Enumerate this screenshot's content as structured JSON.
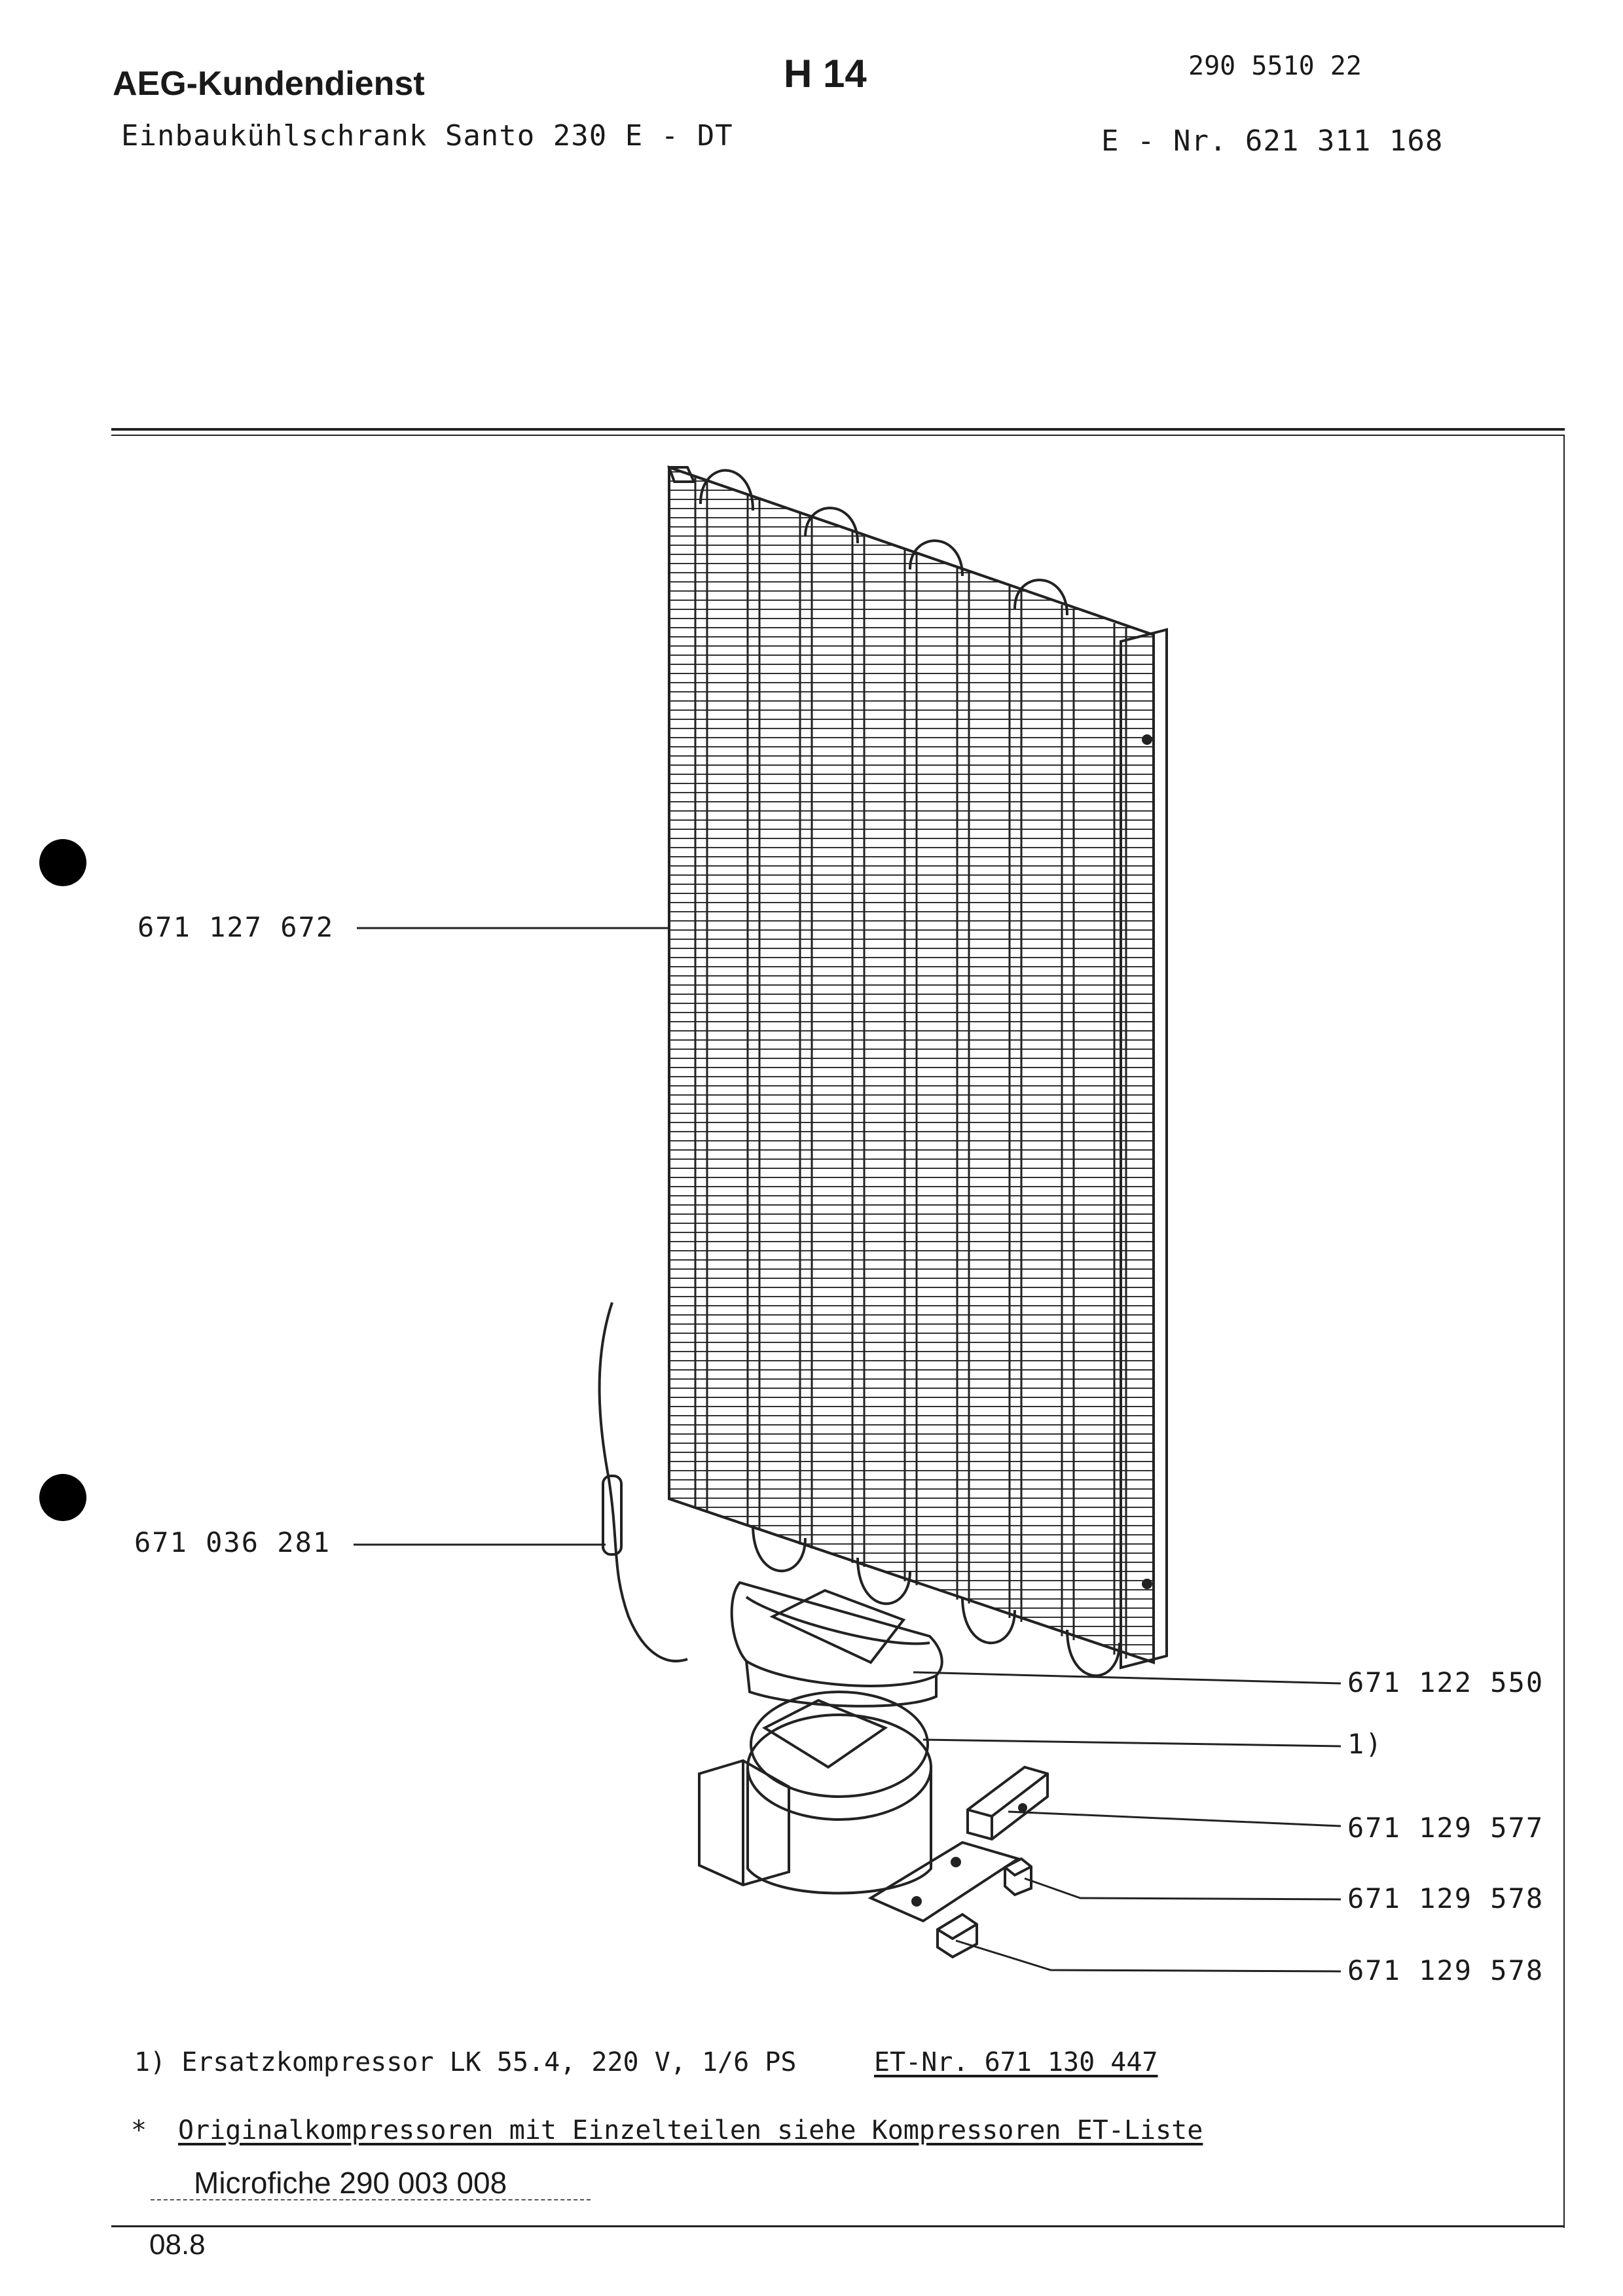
{
  "header": {
    "brand": "AEG-Kundendienst",
    "sheet": "H 14",
    "document_number": "290 5510 22",
    "subtitle": "Einbaukühlschrank  Santo 230 E - DT",
    "e_number": "E - Nr. 621 311 168"
  },
  "parts": [
    {
      "number": "671 127 672"
    },
    {
      "number": "671 036 281"
    },
    {
      "number": "671 122 550"
    },
    {
      "number": "1)"
    },
    {
      "number": "671 129 577"
    },
    {
      "number": "671 129 578"
    },
    {
      "number": "671 129 578"
    }
  ],
  "footnotes": {
    "note1_text": "1) Ersatzkompressor LK 55.4, 220 V, 1/6 PS",
    "note1_etnr": "ET-Nr. 671 130 447",
    "note2_star": "*",
    "note2_text": "Originalkompressoren mit Einzelteilen siehe Kompressoren ET-Liste",
    "microfiche": "Microfiche 290 003 008"
  },
  "footer": {
    "date": "08.8"
  },
  "colors": {
    "ink": "#1a1a1a",
    "paper": "#ffffff"
  }
}
